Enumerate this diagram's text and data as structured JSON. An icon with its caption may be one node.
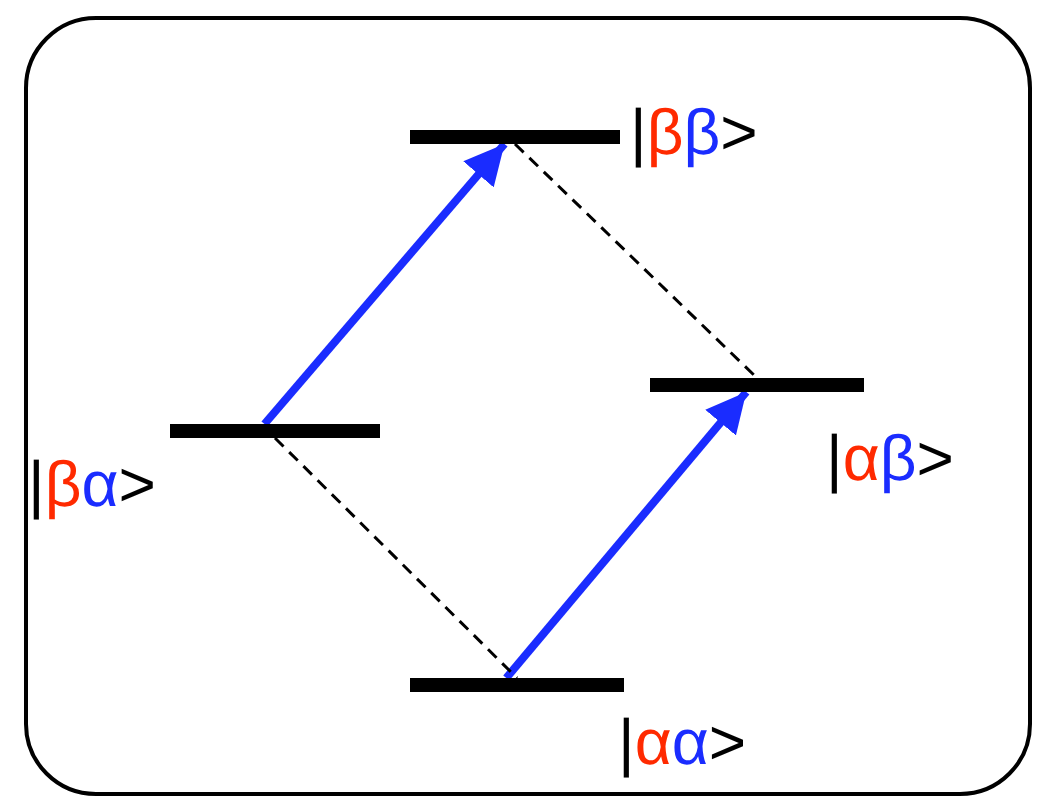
{
  "diagram": {
    "nodes": [
      {
        "text": [
          "|ββ>"
        ]
      },
      {
        "text": [
          "|βα>"
        ]
      },
      {
        "text": [
          "|αβ>"
        ]
      },
      {
        "text": [
          "|αα>"
        ]
      }
    ],
    "edges": [
      {
        "from": 1,
        "to": 0,
        "arrow": "to",
        "style": "thick",
        "color": "#1a2cff"
      },
      {
        "from": 3,
        "to": 2,
        "arrow": "to",
        "style": "thick",
        "color": "#1a2cff"
      },
      {
        "from": 0,
        "to": 2,
        "arrow": "none",
        "style": "dashed",
        "color": "#000000"
      },
      {
        "from": 1,
        "to": 3,
        "arrow": "none",
        "style": "dashed",
        "color": "#000000"
      }
    ]
  }
}
